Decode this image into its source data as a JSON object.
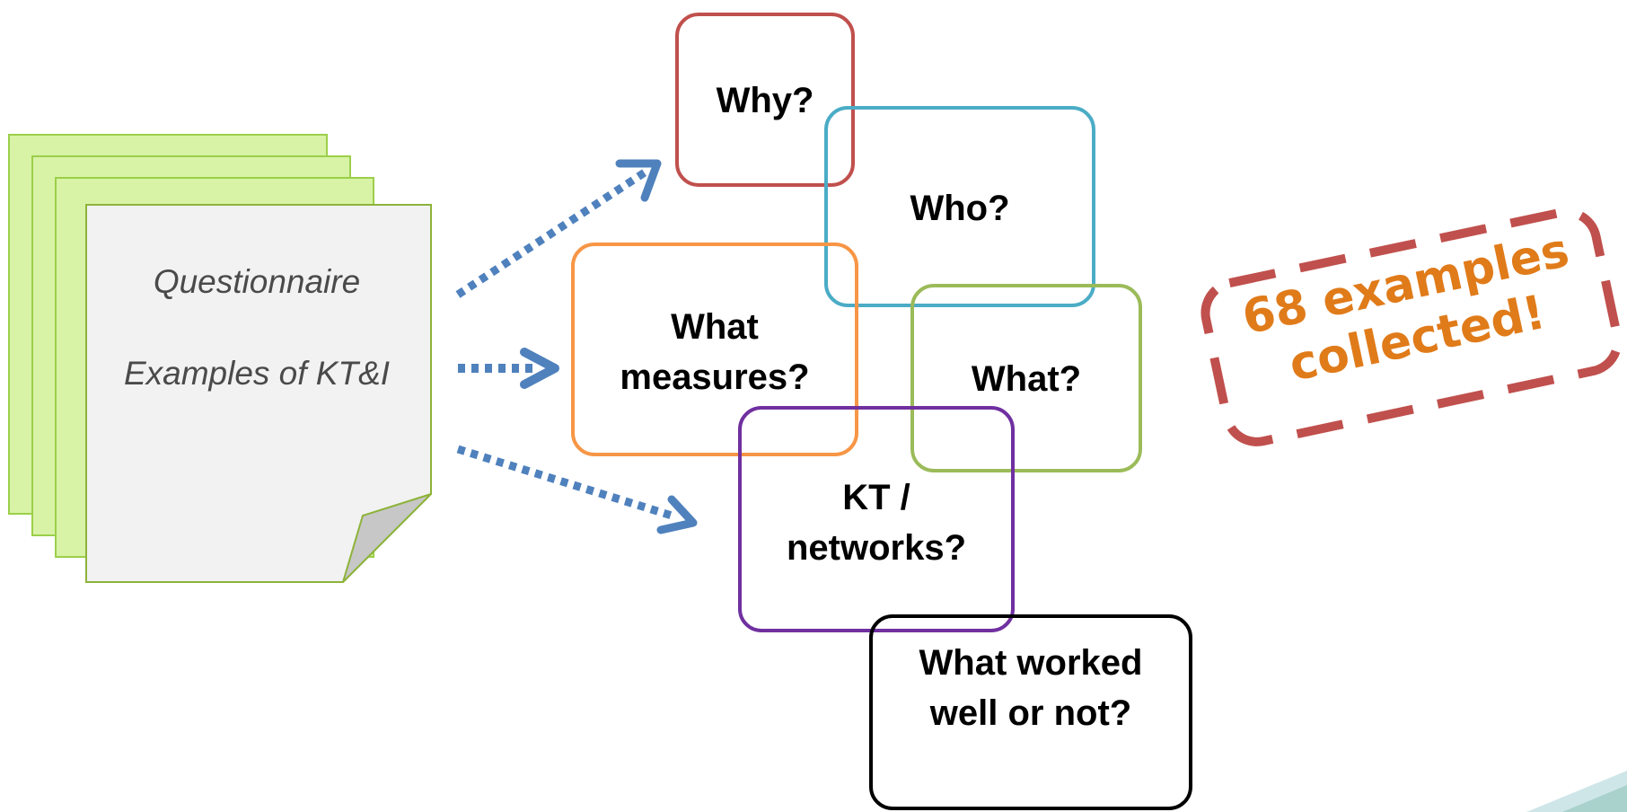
{
  "document_stack": {
    "title": "Questionnaire",
    "subtitle": "Examples of KT&I"
  },
  "questions": [
    {
      "id": "why",
      "label": "Why?",
      "color": "#c0504d"
    },
    {
      "id": "who",
      "label": "Who?",
      "color": "#4bacc6"
    },
    {
      "id": "what-measures",
      "label": "What measures?",
      "color": "#f79646"
    },
    {
      "id": "what",
      "label": "What?",
      "color": "#9bbb59"
    },
    {
      "id": "kt-networks",
      "label": "KT / networks?",
      "color": "#7030a0"
    },
    {
      "id": "worked-well",
      "label": "What worked well or not?",
      "color": "#000000"
    }
  ],
  "stamp": {
    "text": "68 examples collected!",
    "border_color": "#c0504d",
    "text_color": "#e07b1a"
  },
  "colors": {
    "arrow": "#4f81bd",
    "page_fill": "#f2f2f2",
    "page_border": "#8db33a",
    "stack_fill": "#d8f3a6"
  }
}
